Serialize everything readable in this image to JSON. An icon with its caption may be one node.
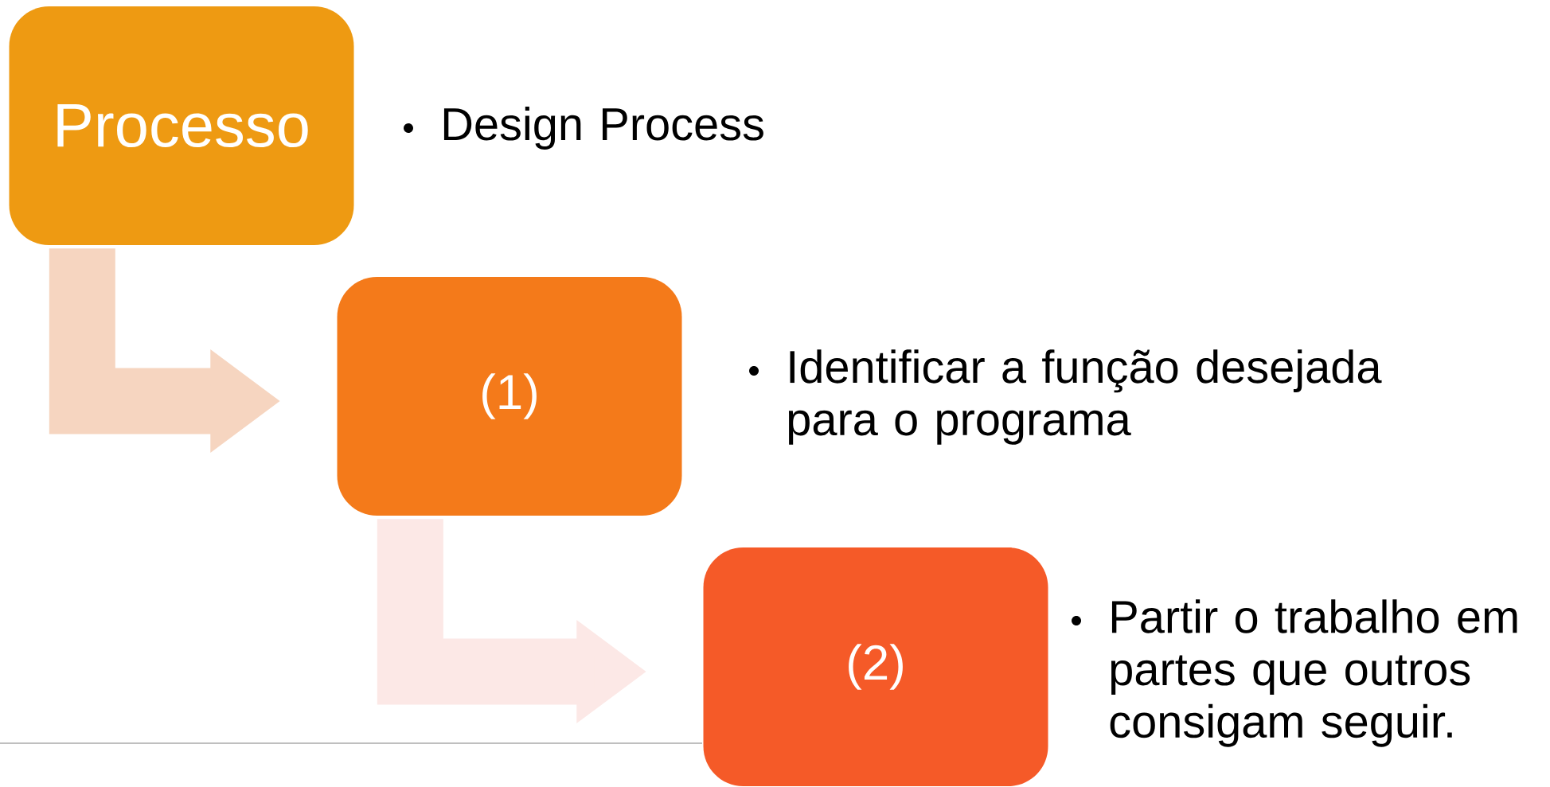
{
  "diagram": {
    "nodes": [
      {
        "text": [
          "Processo"
        ],
        "beside": [
          "Design Process"
        ]
      },
      {
        "text": [
          "(1)"
        ],
        "beside": [
          "Identificar a função desejada para o programa"
        ]
      },
      {
        "text": [
          "(2)"
        ],
        "beside": [
          "Partir o trabalho em partes que outros consigam seguir."
        ]
      }
    ],
    "edges": [
      {
        "from": 0,
        "to": 1,
        "arrow": "to",
        "color": "#f6d5c0"
      },
      {
        "from": 1,
        "to": 2,
        "arrow": "to",
        "color": "#fce8e6"
      }
    ]
  }
}
